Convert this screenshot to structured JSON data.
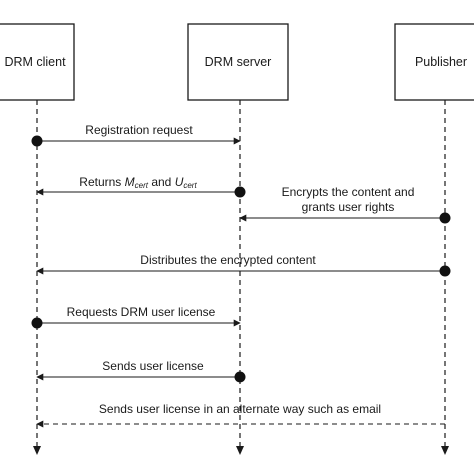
{
  "actors": {
    "client": "DRM client",
    "server": "DRM server",
    "publisher": "Publisher"
  },
  "messages": {
    "registration": "Registration request",
    "returns": {
      "prefix": "Returns ",
      "m": "M",
      "cert1": "cert",
      "and": " and ",
      "u": "U",
      "cert2": "cert"
    },
    "encrypts_line1": "Encrypts the content and",
    "encrypts_line2": "grants user rights",
    "distributes": "Distributes the encrypted content",
    "requests": "Requests DRM user license",
    "sends": "Sends user license",
    "alternate": "Sends user license in an alternate way such as email"
  }
}
